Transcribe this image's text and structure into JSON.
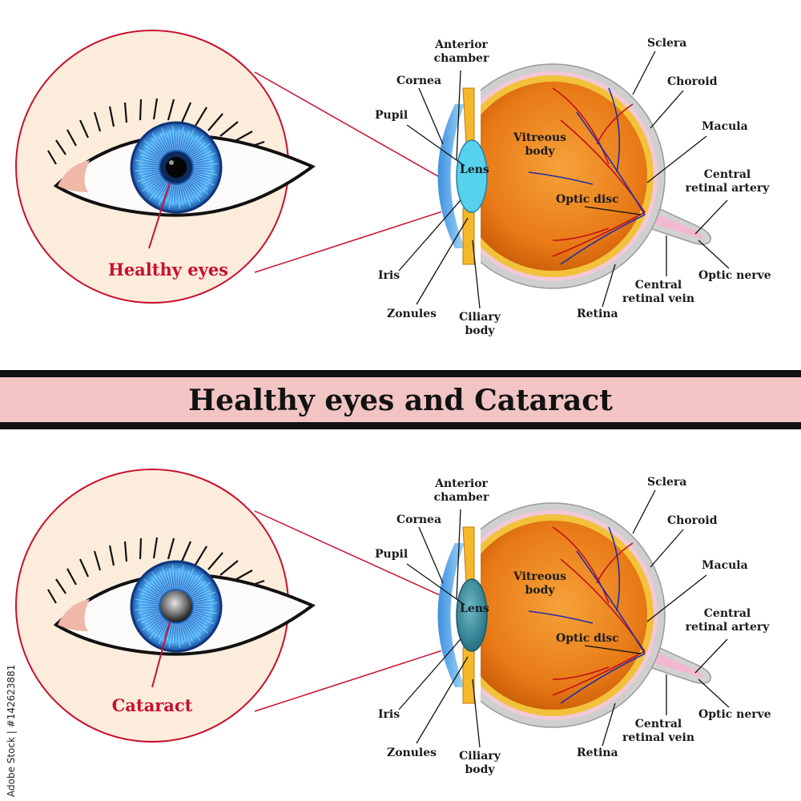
{
  "title": "Healthy eyes and Cataract",
  "side_text": "Adobe Stock | #142623881",
  "colors": {
    "label_red": "#c8102e",
    "banner": "#f2c4c4",
    "iris": "#2f8fe0",
    "lens_healthy": "#5bd3f0",
    "lens_cataract": "#2e8aa0",
    "vitreous": "#e87a16",
    "sclera": "#c8c8c8"
  },
  "panels": [
    {
      "id": "healthy",
      "caption": "Healthy eyes",
      "labels": {
        "anterior_chamber": "Anterior\nchamber",
        "cornea": "Cornea",
        "pupil": "Pupil",
        "lens": "Lens",
        "vitreous_body": "Vitreous\nbody",
        "optic_disc": "Optic disc",
        "sclera": "Sclera",
        "choroid": "Choroid",
        "macula": "Macula",
        "central_retinal_artery": "Central\nretinal artery",
        "optic_nerve": "Optic nerve",
        "central_retinal_vein": "Central\nretinal vein",
        "retina": "Retina",
        "ciliary_body": "Ciliary\nbody",
        "zonules": "Zonules",
        "iris": "Iris"
      }
    },
    {
      "id": "cataract",
      "caption": "Cataract",
      "labels": {
        "anterior_chamber": "Anterior\nchamber",
        "cornea": "Cornea",
        "pupil": "Pupil",
        "lens": "Lens",
        "vitreous_body": "Vitreous\nbody",
        "optic_disc": "Optic disc",
        "sclera": "Sclera",
        "choroid": "Choroid",
        "macula": "Macula",
        "central_retinal_artery": "Central\nretinal artery",
        "optic_nerve": "Optic nerve",
        "central_retinal_vein": "Central\nretinal vein",
        "retina": "Retina",
        "ciliary_body": "Ciliary\nbody",
        "zonules": "Zonules",
        "iris": "Iris"
      }
    }
  ]
}
